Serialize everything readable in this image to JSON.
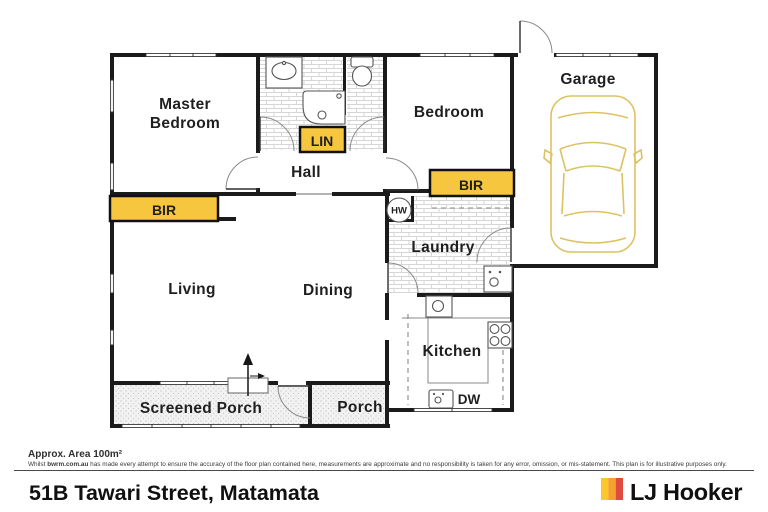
{
  "floor_plan": {
    "rooms": {
      "master_bedroom": {
        "line1": "Master",
        "line2": "Bedroom"
      },
      "bedroom": "Bedroom",
      "garage": "Garage",
      "hall": "Hall",
      "laundry": "Laundry",
      "living": "Living",
      "dining": "Dining",
      "kitchen": "Kitchen",
      "screened_porch": "Screened Porch",
      "porch": "Porch"
    },
    "features": {
      "lin": "LIN",
      "bir_master": "BIR",
      "bir_bedroom": "BIR",
      "hw": "HW",
      "dw": "DW"
    },
    "highlight_color": "#F7C63F",
    "car_color": "#D9BC52"
  },
  "footer": {
    "area": "Approx. Area 100m²",
    "disclaimer": {
      "prefix": "Whilst ",
      "bold": "bwrm.com.au",
      "rest": " has made every attempt to ensure the accuracy of the floor plan contained here, measurements are approximate and no responsibility is taken for any error, omission, or mis-statement. This plan is for illustrative purposes only."
    },
    "address": "51B Tawari Street, Matamata",
    "brand": {
      "name": "LJ Hooker",
      "colors": [
        "#FCC72B",
        "#F5A02F",
        "#E04B41"
      ]
    }
  }
}
